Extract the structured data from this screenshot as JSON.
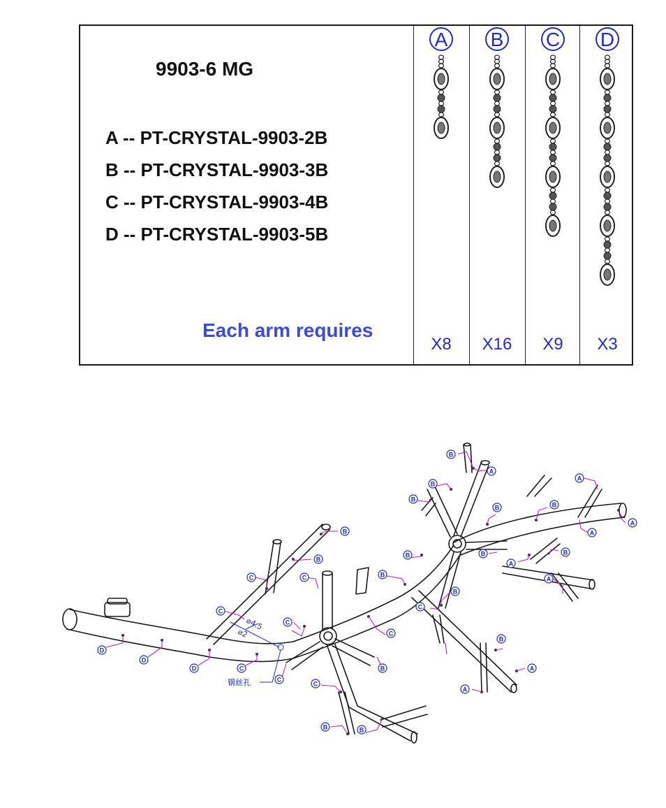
{
  "model": "9903-6 MG",
  "parts": [
    {
      "letter": "A",
      "line": "A -- PT-CRYSTAL-9903-2B"
    },
    {
      "letter": "B",
      "line": "B -- PT-CRYSTAL-9903-3B"
    },
    {
      "letter": "C",
      "line": "C -- PT-CRYSTAL-9903-4B"
    },
    {
      "letter": "D",
      "line": "D -- PT-CRYSTAL-9903-5B"
    }
  ],
  "each_arm_label": "Each arm requires",
  "columns": [
    {
      "letter": "A",
      "count": "X8",
      "crystals": 2
    },
    {
      "letter": "B",
      "count": "X16",
      "crystals": 3
    },
    {
      "letter": "C",
      "count": "X9",
      "crystals": 4
    },
    {
      "letter": "D",
      "count": "X3",
      "crystals": 5
    }
  ],
  "diagram": {
    "dim_outer": "⌀4.5",
    "dim_inner": "⌀2",
    "wire_hole_label": "钢丝孔"
  },
  "colors": {
    "accent_blue": "#1f2ad0",
    "label_blue": "#3b4bd6",
    "leader_magenta": "#c020c0",
    "line": "#1a1a1a"
  }
}
